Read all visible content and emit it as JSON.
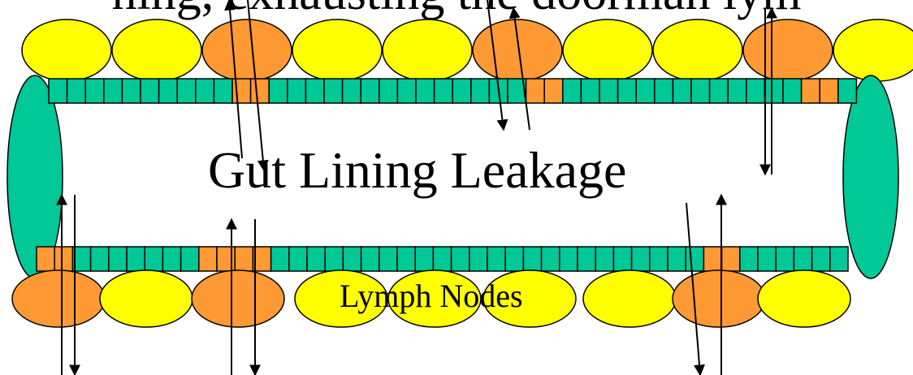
{
  "title": "ning, exhausting the doorman lym",
  "main_label": "Gut Lining Leakage",
  "sub_label": "Lymph Nodes",
  "colors": {
    "node_normal": "#ffff00",
    "node_inflamed": "#ff9933",
    "cell_normal": "#00c896",
    "cell_leaky": "#ff9933",
    "tube_end": "#00c896",
    "outline": "#000000"
  },
  "top_nodes": [
    "normal",
    "normal",
    "inflamed",
    "normal",
    "normal",
    "inflamed",
    "normal",
    "normal",
    "inflamed",
    "normal"
  ],
  "bottom_nodes": [
    "inflamed",
    "normal",
    "inflamed",
    "normal",
    "normal",
    "normal",
    "normal",
    "inflamed",
    "normal"
  ],
  "top_leaky_cells": [
    10,
    11,
    26,
    27,
    41,
    42
  ],
  "bottom_leaky_cells": [
    0,
    1,
    9,
    10,
    11,
    12,
    37,
    38
  ]
}
